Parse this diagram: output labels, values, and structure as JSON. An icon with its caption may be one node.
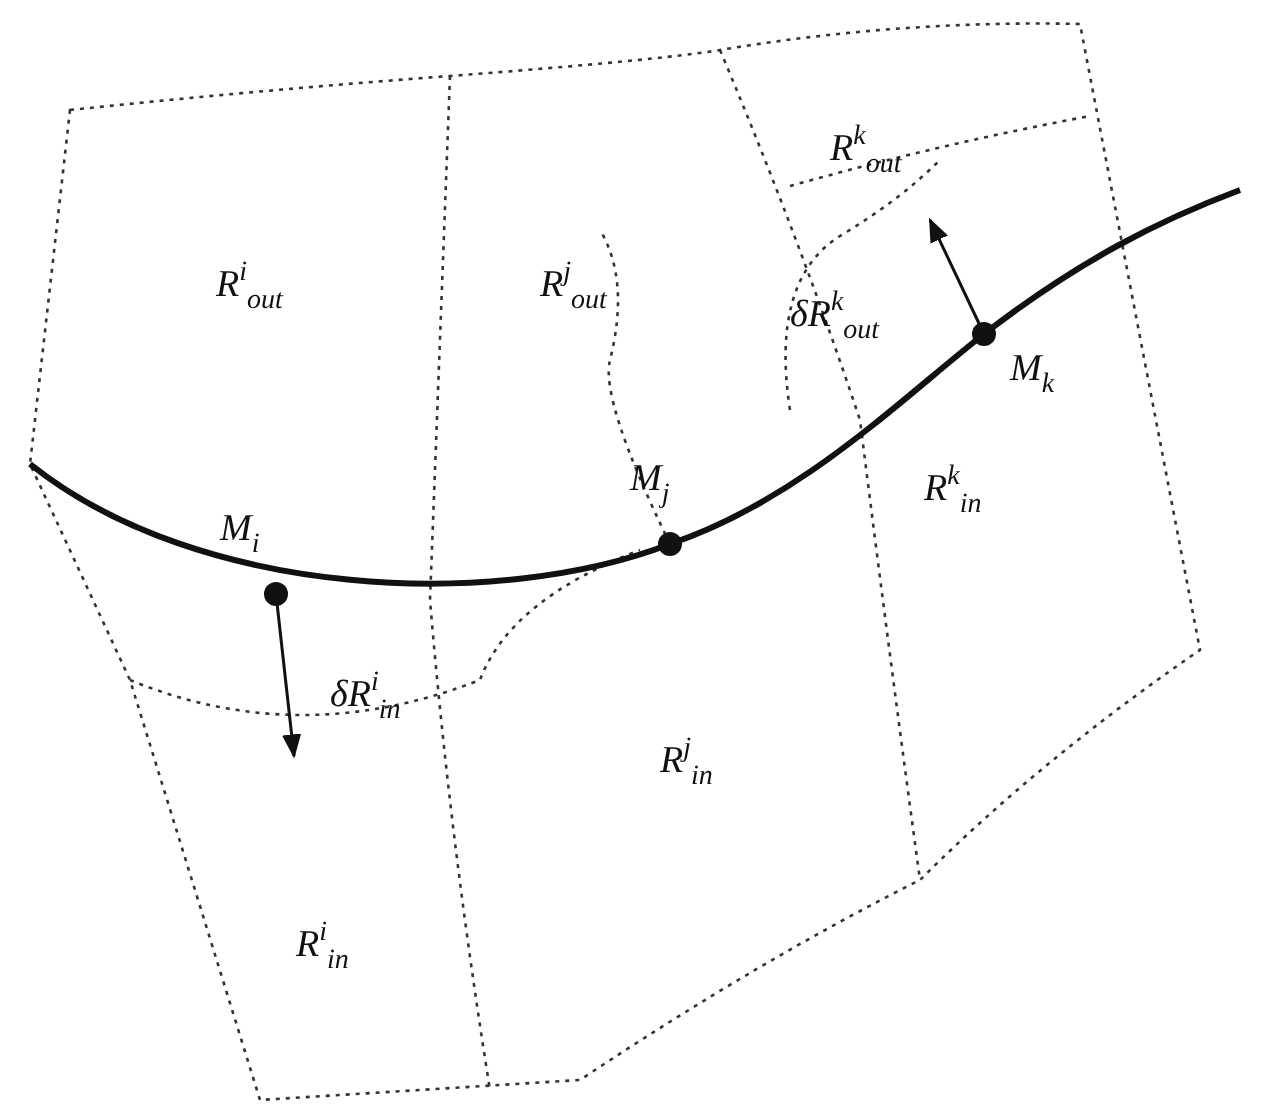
{
  "diagram": {
    "labels": [
      "R$^{k}$$_{out}$",
      "δR$^{k}$$_{out}$",
      "R$^{i}$$_{out}$",
      "R$^{j}$$_{out}$",
      "M$_{k}$",
      "M$_{j}$",
      "M$_{i}$",
      "R$^{k}$$_{in}$",
      "δR$^{i}$$_{in}$",
      "R$^{j}$$_{in}$",
      "R$^{i}$$_{in}$"
    ]
  }
}
